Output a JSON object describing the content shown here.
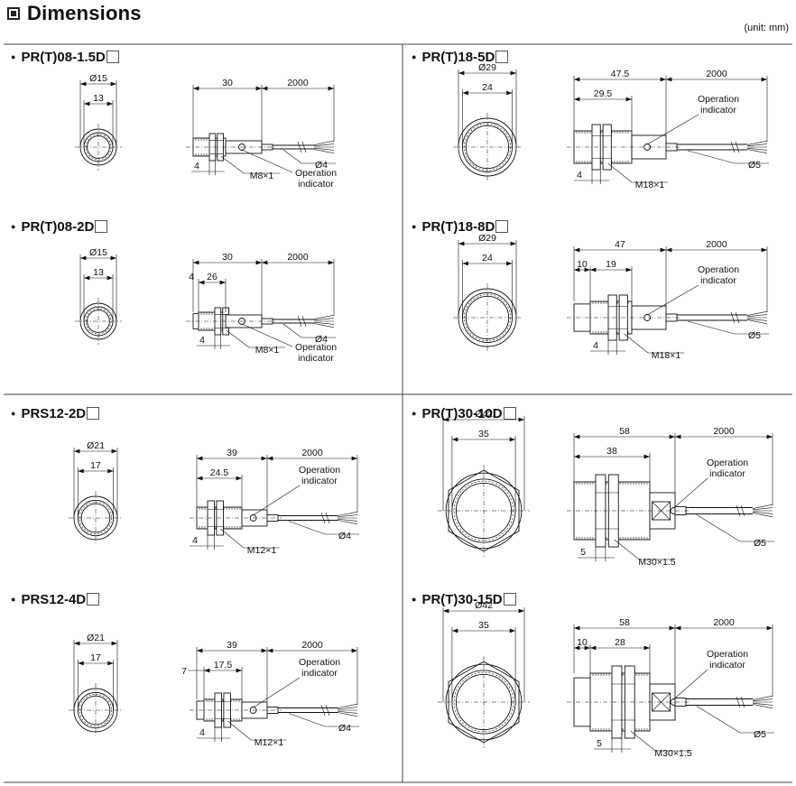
{
  "header": {
    "title": "Dimensions",
    "unit": "(unit: mm)"
  },
  "panels": [
    {
      "title": "PR(T)08-1.5D",
      "front": {
        "outer": "Ø15",
        "inner": "13"
      },
      "side": {
        "total": "30",
        "cable": "2000",
        "thread": "M8×1",
        "nut": "4",
        "cable_dia": "Ø4",
        "indicator": [
          "Operation",
          "indicator"
        ]
      }
    },
    {
      "title": "PR(T)18-5D",
      "front": {
        "outer": "Ø29",
        "inner": "24"
      },
      "side": {
        "total": "47.5",
        "cable": "2000",
        "body": "29.5",
        "thread": "M18×1",
        "nut": "4",
        "cable_dia": "Ø5",
        "indicator": [
          "Operation",
          "indicator"
        ]
      }
    },
    {
      "title": "PR(T)08-2D",
      "front": {
        "outer": "Ø15",
        "inner": "13"
      },
      "side": {
        "total": "30",
        "cable": "2000",
        "front": "4",
        "body": "26",
        "thread": "M8×1",
        "nut": "4",
        "cable_dia": "Ø4",
        "indicator": [
          "Operation",
          "indicator"
        ]
      }
    },
    {
      "title": "PR(T)18-8D",
      "front": {
        "outer": "Ø29",
        "inner": "24"
      },
      "side": {
        "total": "47",
        "cable": "2000",
        "front": "10",
        "body": "19",
        "thread": "M18×1",
        "nut": "4",
        "cable_dia": "Ø5",
        "indicator": [
          "Operation",
          "indicator"
        ]
      }
    },
    {
      "title": "PRS12-2D",
      "front": {
        "outer": "Ø21",
        "inner": "17"
      },
      "side": {
        "total": "39",
        "cable": "2000",
        "body": "24.5",
        "thread": "M12×1",
        "nut": "4",
        "cable_dia": "Ø4",
        "indicator": [
          "Operation",
          "indicator"
        ]
      }
    },
    {
      "title": "PR(T)30-10D",
      "front": {
        "outer": "Ø42",
        "inner": "35"
      },
      "side": {
        "total": "58",
        "cable": "2000",
        "body": "38",
        "thread": "M30×1.5",
        "nut": "5",
        "cable_dia": "Ø5",
        "indicator": [
          "Operation",
          "indicator"
        ]
      }
    },
    {
      "title": "PRS12-4D",
      "front": {
        "outer": "Ø21",
        "inner": "17"
      },
      "side": {
        "total": "39",
        "cable": "2000",
        "front": "7",
        "body": "17.5",
        "thread": "M12×1",
        "nut": "4",
        "cable_dia": "Ø4",
        "indicator": [
          "Operation",
          "indicator"
        ]
      }
    },
    {
      "title": "PR(T)30-15D",
      "front": {
        "outer": "Ø42",
        "inner": "35"
      },
      "side": {
        "total": "58",
        "cable": "2000",
        "front": "10",
        "body": "28",
        "thread": "M30×1.5",
        "nut": "5",
        "cable_dia": "Ø5",
        "indicator": [
          "Operation",
          "indicator"
        ]
      }
    }
  ]
}
